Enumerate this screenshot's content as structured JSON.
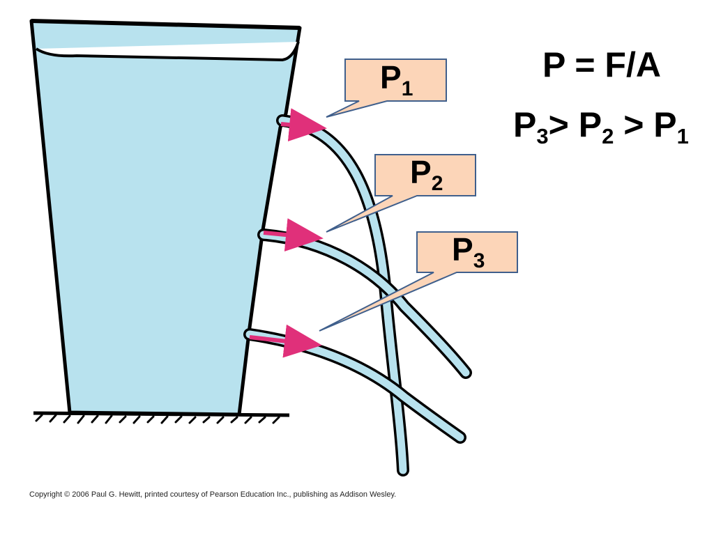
{
  "callouts": [
    {
      "base": "P",
      "sub": "1"
    },
    {
      "base": "P",
      "sub": "2"
    },
    {
      "base": "P",
      "sub": "3"
    }
  ],
  "formula": {
    "main": "P = F/A",
    "order": [
      {
        "base": "P",
        "sub": "3"
      },
      {
        "op": "> "
      },
      {
        "base": "P",
        "sub": "2"
      },
      {
        "op": " > "
      },
      {
        "base": "P",
        "sub": "1"
      }
    ]
  },
  "copyright": "Copyright © 2006 Paul G. Hewitt, printed courtesy of Pearson Education Inc., publishing as Addison Wesley.",
  "colors": {
    "water": "#b8e2ee",
    "callout_fill": "#fcd5b8",
    "callout_border": "#3f5f8c",
    "arrow": "#e0307a",
    "outline": "#000000"
  }
}
